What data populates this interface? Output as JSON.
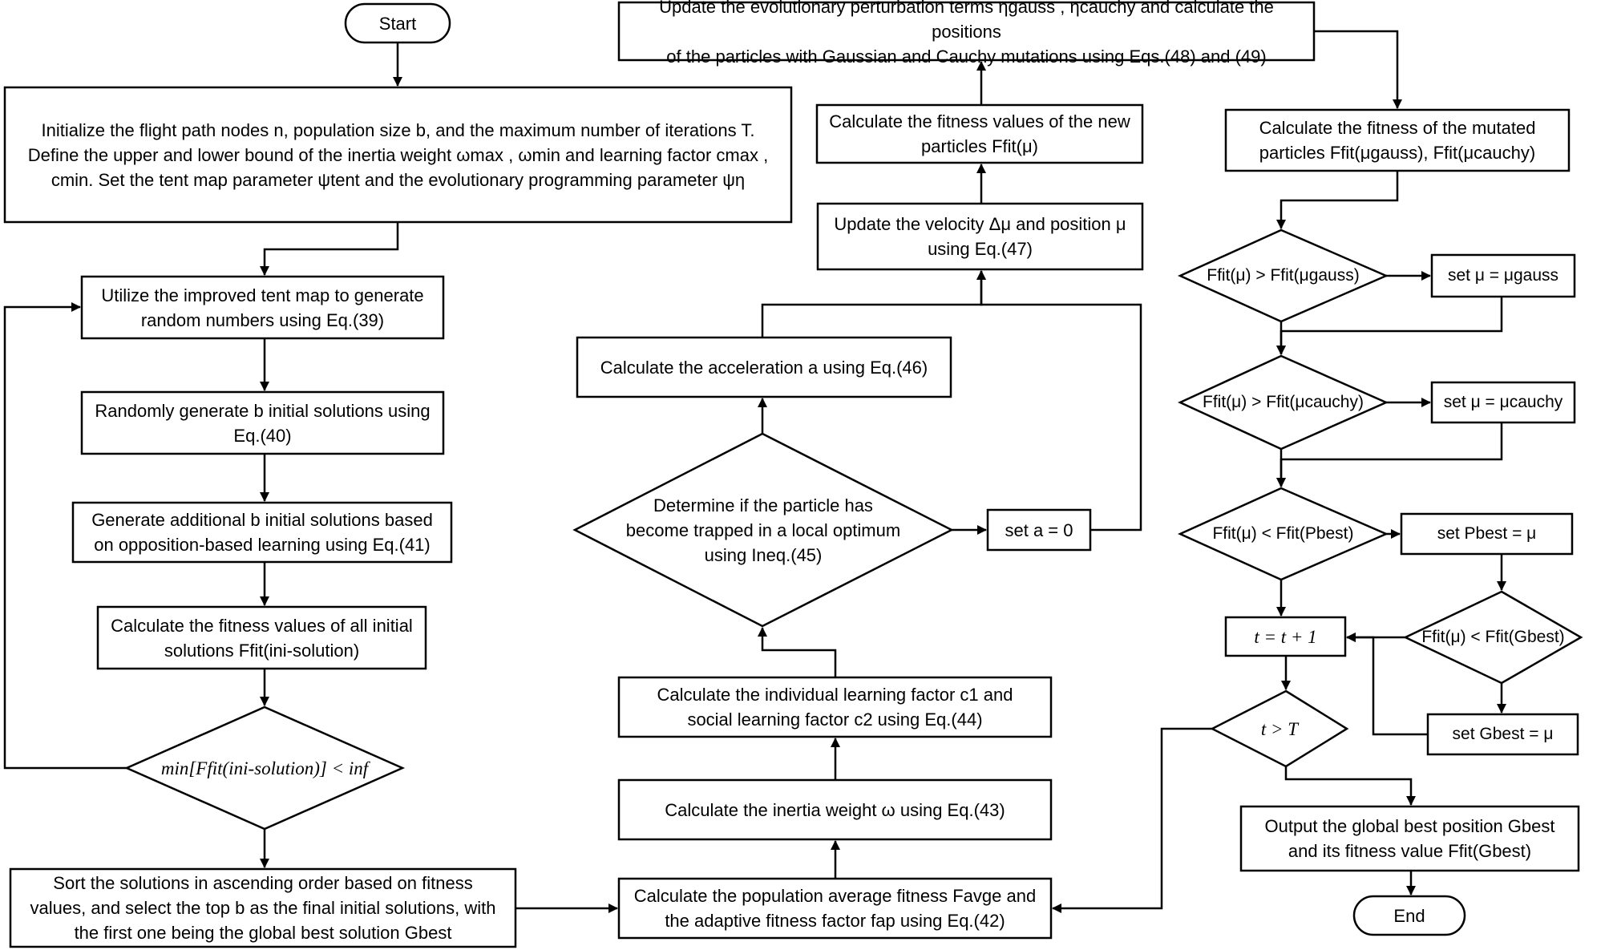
{
  "nodes": {
    "start": "Start",
    "init": "Initialize the flight path nodes n, population size b, and the maximum number of iterations T.\nDefine the upper and lower bound of the inertia weight ωmax , ωmin and learning factor cmax ,\ncmin. Set the tent map parameter ψtent and the evolutionary programming parameter ψη",
    "tent_map": "Utilize the improved tent map to generate\nrandom numbers using Eq.(39)",
    "random_gen": "Randomly generate b initial solutions using\nEq.(40)",
    "opposition": "Generate additional b initial solutions based\non opposition-based learning using Eq.(41)",
    "fitness_init": "Calculate the fitness values of all initial\nsolutions Ffit(ini-solution)",
    "min_check": "min[Ffit(ini-solution)] < inf",
    "sort": "Sort the solutions in ascending order based on fitness\nvalues, and select the top b as the final initial solutions, with\nthe first one being the global best solution Gbest",
    "avg_fitness": "Calculate the population average fitness Favge and\nthe adaptive fitness factor fap using Eq.(42)",
    "inertia": "Calculate the inertia weight ω using Eq.(43)",
    "learning": "Calculate the individual learning factor c1 and\nsocial learning factor c2 using Eq.(44)",
    "trapped": "Determine if the particle has\nbecome trapped in a local optimum\nusing Ineq.(45)",
    "set_a": "set a = 0",
    "accel": "Calculate the acceleration a using Eq.(46)",
    "velocity": "Update the velocity Δμ and position μ\nusing Eq.(47)",
    "fitness_new": "Calculate the fitness values of the new\nparticles Ffit(μ)",
    "perturb": "Update the evolutionary perturbation terms ηgauss , ηcauchy and calculate the positions\nof the particles with Gaussian and Cauchy mutations using Eqs.(48) and (49)",
    "fitness_mut": "Calculate the fitness of the mutated\nparticles Ffit(μgauss), Ffit(μcauchy)",
    "gauss_check": "Ffit(μ) > Ffit(μgauss)",
    "set_gauss": "set μ = μgauss",
    "cauchy_check": "Ffit(μ) > Ffit(μcauchy)",
    "set_cauchy": "set μ = μcauchy",
    "pbest_check": "Ffit(μ) < Ffit(Pbest)",
    "set_pbest": "set Pbest = μ",
    "gbest_check": "Ffit(μ) < Ffit(Gbest)",
    "set_gbest": "set Gbest = μ",
    "t_inc": "t = t + 1",
    "t_check": "t > T",
    "output": "Output  the global best position Gbest\nand its fitness value Ffit(Gbest)",
    "end": "End"
  }
}
